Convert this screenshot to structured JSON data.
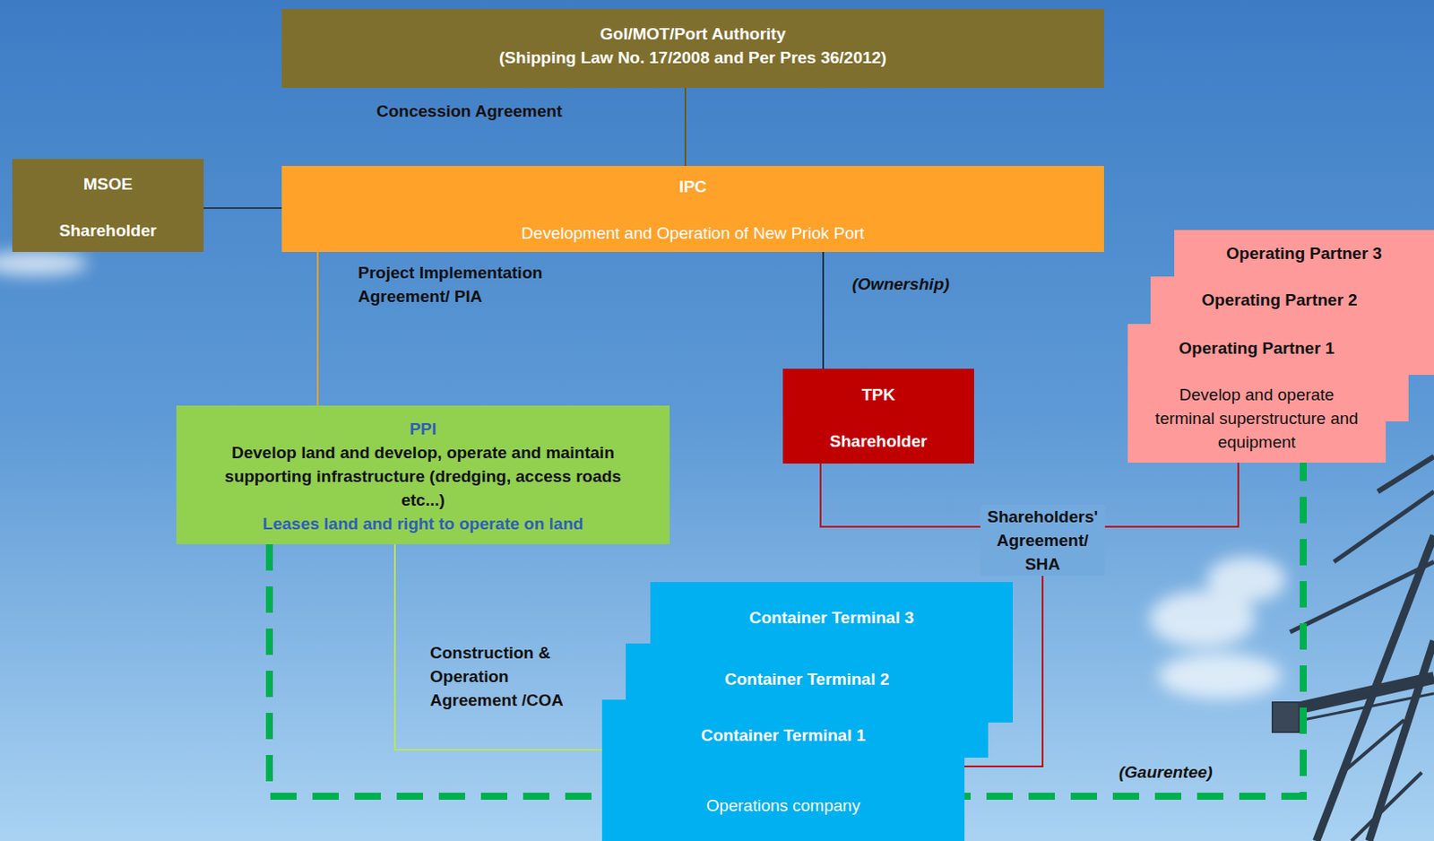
{
  "diagram": {
    "nodes": [
      {
        "text": [
          "GoI/MOT/Port Authority",
          "(Shipping Law No. 17/2008 and Per Pres 36/2012)"
        ]
      },
      {
        "text": [
          "MSOE",
          "Shareholder"
        ]
      },
      {
        "text": [
          "IPC",
          "Development and Operation of New Priok Port"
        ]
      },
      {
        "text": [
          "PPI",
          "Develop land and develop, operate and maintain supporting infrastructure (dredging, access roads etc...)",
          "Leases land and right to operate on land"
        ]
      },
      {
        "text": [
          "TPK",
          "Shareholder"
        ]
      },
      {
        "text": [
          "Operating Partner 3"
        ]
      },
      {
        "text": [
          "Operating Partner 2"
        ]
      },
      {
        "text": [
          "Operating Partner 1",
          "Develop and operate terminal superstructure and equipment"
        ]
      },
      {
        "text": [
          "Container Terminal 3"
        ]
      },
      {
        "text": [
          "Container Terminal 2"
        ]
      },
      {
        "text": [
          "Container Terminal 1",
          "Operations company"
        ]
      }
    ],
    "edges": [
      {
        "from": 0,
        "to": 2,
        "arrow": "none",
        "label": "Concession Agreement"
      },
      {
        "from": 1,
        "to": 2,
        "arrow": "none"
      },
      {
        "from": 2,
        "to": 3,
        "arrow": "none",
        "label": "Project Implementation Agreement/ PIA"
      },
      {
        "from": 2,
        "to": 4,
        "arrow": "none",
        "label": "(Ownership)"
      },
      {
        "from": 3,
        "to": 10,
        "arrow": "none",
        "label": "Construction & Operation Agreement /COA"
      },
      {
        "from": 4,
        "to": 10,
        "arrow": "none",
        "label": "Shareholders' Agreement/ SHA"
      },
      {
        "from": 7,
        "to": 10,
        "arrow": "none"
      },
      {
        "from": 3,
        "to": 7,
        "arrow": "none",
        "label": "(Gaurentee)"
      }
    ]
  }
}
